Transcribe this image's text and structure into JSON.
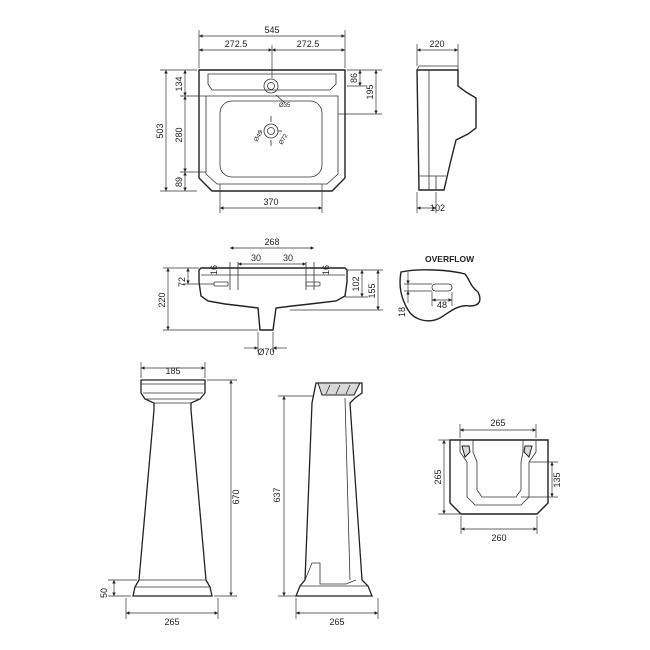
{
  "basin_top_view": {
    "overall_width": "545",
    "half_width_left": "272.5",
    "half_width_right": "272.5",
    "overall_depth": "503",
    "depth_top": "134",
    "depth_mid": "280",
    "depth_bottom": "89",
    "tap_hole_offset": "86",
    "bowl_to_back": "195",
    "tap_hole_diameter": "Ø35",
    "waste_diameter_a": "Ø45",
    "waste_diameter_b": "Ø72",
    "front_width": "370"
  },
  "basin_side_view": {
    "depth": "220",
    "bottom_depth": "102"
  },
  "basin_front_view": {
    "hole_spacing": "268",
    "hole_offset_left": "30",
    "hole_offset_right": "30",
    "hole_size_left": "16",
    "hole_size_right": "16",
    "top_to_hole": "72",
    "height_total": "220",
    "height_right_a": "102",
    "height_right_b": "155",
    "waste_outlet": "Ø70"
  },
  "overflow_detail": {
    "title": "OVERFLOW",
    "width": "48",
    "height": "18"
  },
  "pedestal_front": {
    "top_width": "185",
    "height": "670",
    "base_height": "50",
    "base_width": "265"
  },
  "pedestal_side": {
    "height": "637",
    "base_width": "265"
  },
  "pedestal_top": {
    "width_top": "265",
    "depth": "265",
    "inner_depth": "135",
    "width_bottom": "260"
  }
}
